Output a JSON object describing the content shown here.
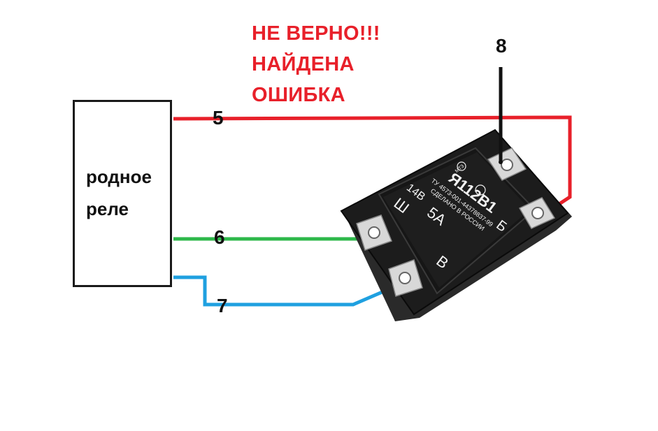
{
  "warning": {
    "line1": "НЕ ВЕРНО!!!",
    "line2": "НАЙДЕНА",
    "line3": "ОШИБКА",
    "color": "#e8202a"
  },
  "relay": {
    "line1": "родное",
    "line2": "реле"
  },
  "wires": {
    "w5": {
      "label": "5",
      "color": "#e8202a"
    },
    "w6": {
      "label": "6",
      "color": "#2db84a"
    },
    "w7": {
      "label": "7",
      "color": "#1fa0e0"
    },
    "w8": {
      "label": "8",
      "color": "#111111"
    }
  },
  "regulator": {
    "model": "Я112В1",
    "spec": "ТУ 4573-001-44378837-99",
    "made": "СДЕЛАНО В РОССИИ",
    "voltage": "14В",
    "current": "5А",
    "terminal_sh": "Ш",
    "terminal_b_top": "Б",
    "terminal_b_bottom": "В",
    "brand": "МТЗ"
  }
}
